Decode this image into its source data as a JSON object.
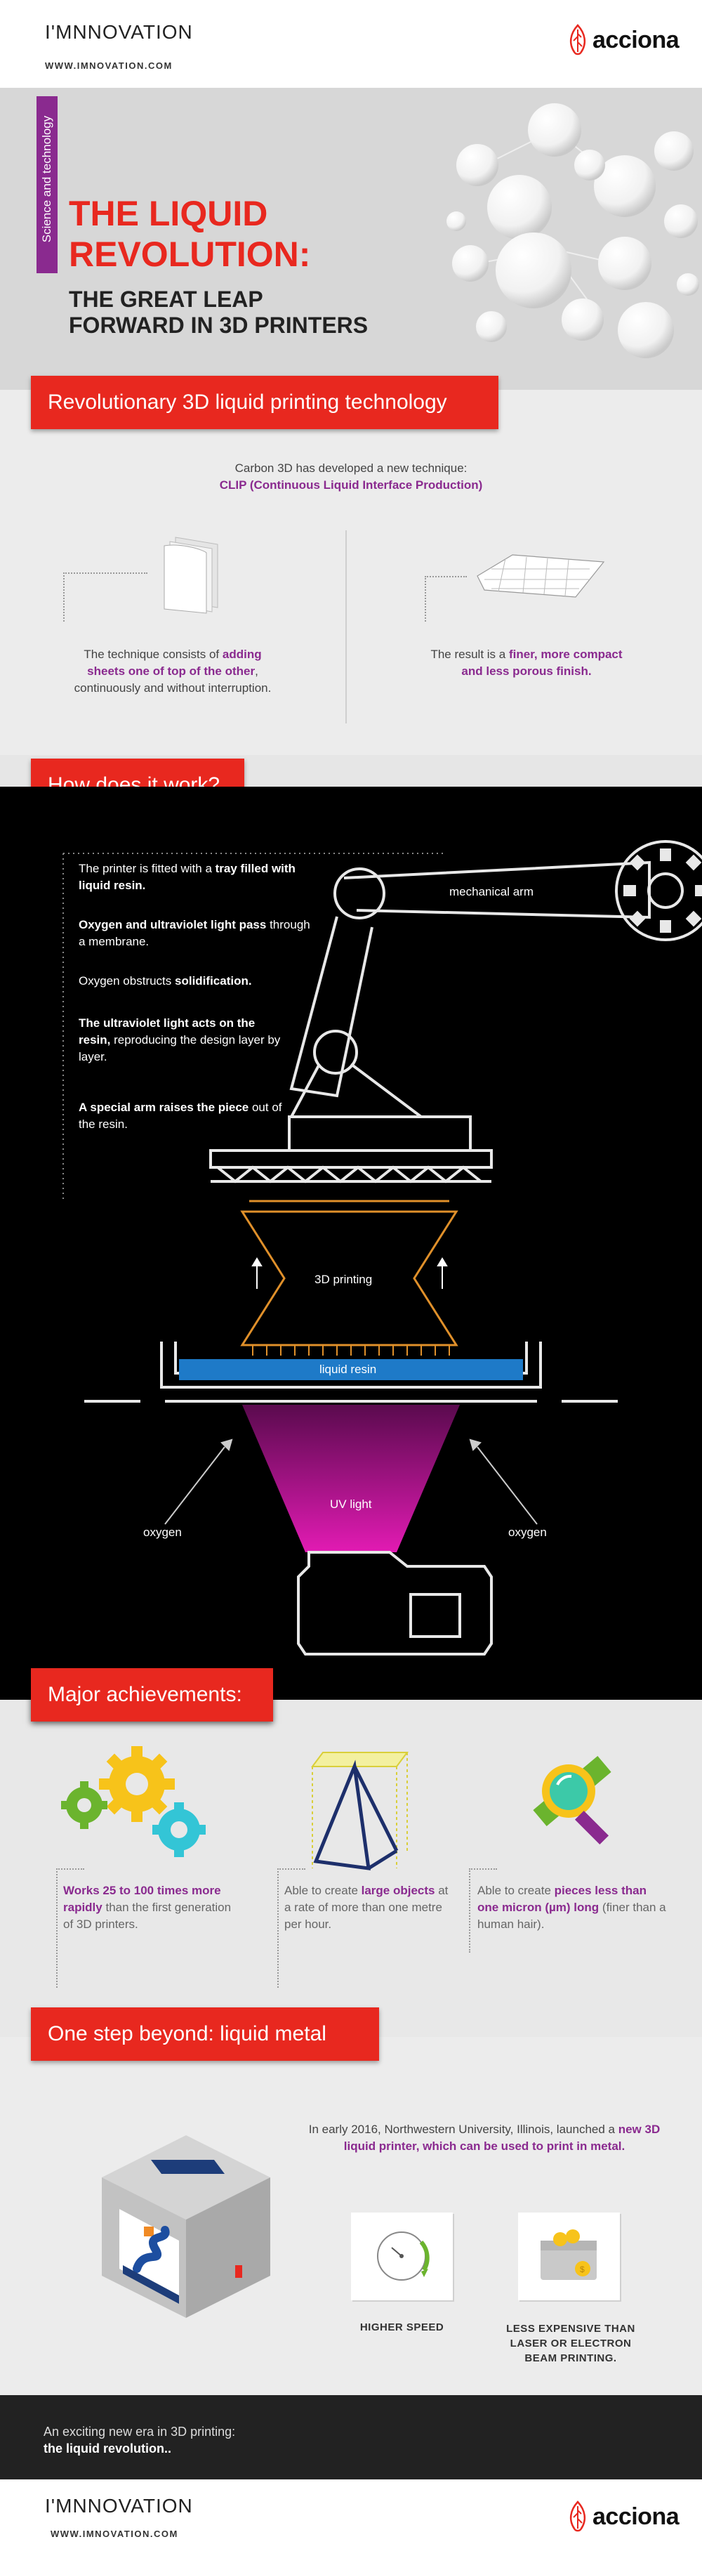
{
  "header": {
    "brand_prefix": "I'M",
    "brand_suffix": "NNOVATION",
    "url": "WWW.IMNOVATION.COM",
    "partner": "acciona"
  },
  "hero": {
    "category": "Science and technology",
    "title_line1": "THE LIQUID",
    "title_line2": "REVOLUTION:",
    "subtitle_line1": "THE GREAT LEAP",
    "subtitle_line2": "FORWARD IN 3D PRINTERS"
  },
  "section1": {
    "banner": "Revolutionary 3D liquid printing technology",
    "intro_line1": "Carbon 3D has developed a new technique:",
    "intro_line2": "CLIP (Continuous Liquid Interface Production)",
    "left_pre": "The technique consists of",
    "left_highlight": "adding sheets one of top of the other",
    "left_post": ", continuously and without interruption.",
    "right_pre": "The result is a ",
    "right_highlight": "finer, more compact and less porous finish."
  },
  "section2": {
    "banner": "How does it work?",
    "steps": [
      {
        "pre": "The printer is fitted with a ",
        "bold": "tray filled with liquid resin.",
        "post": ""
      },
      {
        "pre": "",
        "bold": "Oxygen and ultraviolet light pass",
        "post": " through a membrane."
      },
      {
        "pre": "Oxygen obstructs ",
        "bold": "solidification.",
        "post": ""
      },
      {
        "pre": "",
        "bold": "The ultraviolet light acts on the resin,",
        "post": " reproducing the design layer by layer."
      },
      {
        "pre": "",
        "bold": "A special arm raises the piece",
        "post": " out of the resin."
      }
    ],
    "labels": {
      "arm": "mechanical arm",
      "printing": "3D printing",
      "resin": "liquid resin",
      "uv": "UV light",
      "oxygen_left": "oxygen",
      "oxygen_right": "oxygen"
    }
  },
  "section3": {
    "banner": "Major achievements:",
    "items": [
      {
        "highlight": "Works 25 to 100 times more rapidly",
        "rest": " than the first generation of 3D printers."
      },
      {
        "pre": "Able to create ",
        "highlight": "large objects",
        "rest": " at a rate of more than one metre per hour."
      },
      {
        "pre": "Able to create ",
        "highlight": "pieces less than one micron (µm) long",
        "rest": " (finer than a human hair)."
      }
    ]
  },
  "section4": {
    "banner": "One step beyond: liquid metal",
    "text_pre": "In early 2016, Northwestern University, Illinois, launched a ",
    "text_highlight": "new 3D liquid printer, which can be used to print in metal.",
    "feature1": "HIGHER SPEED",
    "feature2": "LESS EXPENSIVE THAN LASER OR ELECTRON BEAM PRINTING."
  },
  "closing": {
    "line1": "An exciting new era in 3D printing:",
    "line2": "the liquid revolution.."
  },
  "colors": {
    "accent_red": "#e8281f",
    "accent_purple": "#8a2a8f",
    "dark_bg": "#000000",
    "grey_bg": "#ececec"
  }
}
